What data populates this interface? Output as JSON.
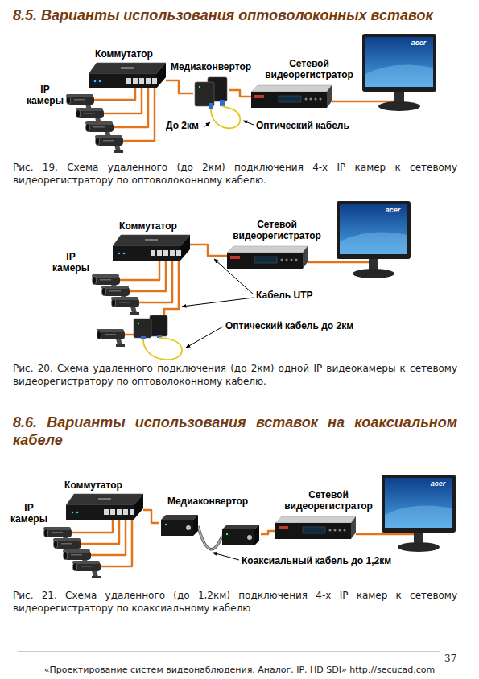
{
  "diagram": {
    "title": "8.5. Варианты использования оптоволоконных вставок",
    "nodes": [
      {
        "text": [
          "IP камеры"
        ]
      },
      {
        "text": [
          "Коммутатор"
        ]
      },
      {
        "text": [
          "Медиаконвертор"
        ]
      },
      {
        "text": [
          "Сетевой видеорегистратор"
        ]
      },
      {
        "text": [
          "acer"
        ]
      },
      {
        "text": [
          "IP камеры"
        ]
      },
      {
        "text": [
          "Коммутатор"
        ]
      },
      {
        "text": [
          "Сетевой видеорегистратор"
        ]
      },
      {
        "text": [
          "acer"
        ]
      },
      {
        "text": [
          "IP камеры"
        ]
      },
      {
        "text": [
          "Коммутатор"
        ]
      },
      {
        "text": [
          "Медиаконвертор"
        ]
      },
      {
        "text": [
          "Сетевой видеорегистратор"
        ]
      },
      {
        "text": [
          "acer"
        ]
      }
    ],
    "edges": [
      {
        "from": 0,
        "to": 1,
        "arrow": "none"
      },
      {
        "from": 0,
        "to": 1,
        "arrow": "none"
      },
      {
        "from": 0,
        "to": 1,
        "arrow": "none"
      },
      {
        "from": 0,
        "to": 1,
        "arrow": "none"
      },
      {
        "from": 1,
        "to": 2,
        "arrow": "none"
      },
      {
        "from": 2,
        "to": 3,
        "arrow": "none"
      },
      {
        "from": 3,
        "to": 4,
        "arrow": "none"
      },
      {
        "from": 5,
        "to": 6,
        "arrow": "none"
      },
      {
        "from": 5,
        "to": 6,
        "arrow": "none"
      },
      {
        "from": 5,
        "to": 6,
        "arrow": "none"
      },
      {
        "from": 6,
        "to": 7,
        "arrow": "none"
      },
      {
        "from": 7,
        "to": 8,
        "arrow": "none"
      },
      {
        "from": 9,
        "to": 10,
        "arrow": "none"
      },
      {
        "from": 9,
        "to": 10,
        "arrow": "none"
      },
      {
        "from": 9,
        "to": 10,
        "arrow": "none"
      },
      {
        "from": 9,
        "to": 10,
        "arrow": "none"
      },
      {
        "from": 10,
        "to": 11,
        "arrow": "none"
      },
      {
        "from": 11,
        "to": 12,
        "arrow": "none"
      },
      {
        "from": 12,
        "to": 13,
        "arrow": "none"
      }
    ],
    "labels": [
      "До 2км",
      "Оптический кабель",
      "Рис. 19. Схема удаленного (до 2км) подключения 4-х IP камер к сетевому видеорегистратору по оптоволоконному кабелю.",
      "Кабель UTP",
      "Оптический кабель до 2км",
      "Рис. 20. Схема удаленного подключения (до 2км) одной IP видеокамеры к сетевому видеорегистратору по оптоволоконному кабелю.",
      "8.6. Варианты использования вставок на коаксиальном кабеле",
      "Коаксиальный кабель до 1,2км",
      "Рис. 21. Схема удаленного (до 1,2км) подключения 4-х IP камер к сетевому видеорегистратору по коаксиальному кабелю",
      "37",
      "«Проектирование систем видеонаблюдения. Аналог, IP, HD SDI» http://secucad.com"
    ]
  }
}
